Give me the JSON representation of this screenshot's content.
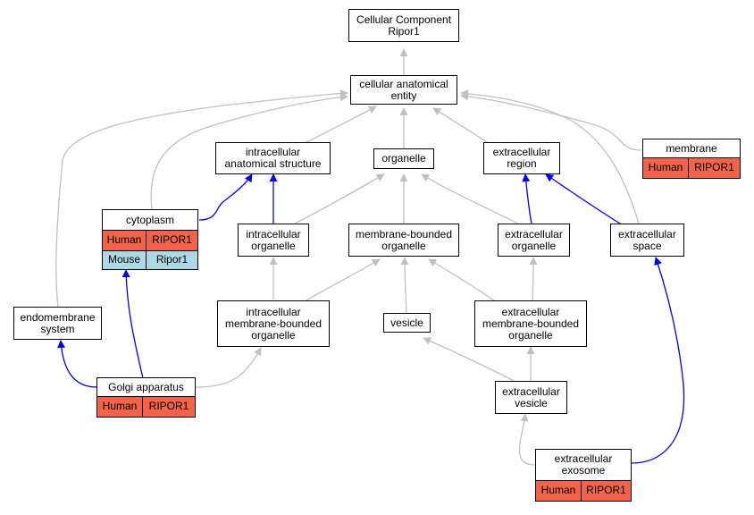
{
  "colors": {
    "human": "#f26449",
    "mouse": "#add8e6",
    "edge_gray": "#c0c0c0",
    "edge_blue": "#0000ee"
  },
  "nodes": {
    "cellular_component_root": "Cellular Component\nRipor1",
    "cellular_anatomical_entity": "cellular anatomical\nentity",
    "intracellular_anatomical_structure": "intracellular\nanatomical structure",
    "organelle": "organelle",
    "extracellular_region": "extracellular\nregion",
    "membrane": "membrane",
    "cytoplasm": "cytoplasm",
    "intracellular_organelle": "intracellular\norganelle",
    "membrane_bounded_organelle": "membrane-bounded\norganelle",
    "extracellular_organelle": "extracellular\norganelle",
    "extracellular_space": "extracellular\nspace",
    "endomembrane_system": "endomembrane\nsystem",
    "intracellular_membrane_bounded_organelle": "intracellular\nmembrane-bounded\norganelle",
    "vesicle": "vesicle",
    "extracellular_membrane_bounded_organelle": "extracellular\nmembrane-bounded\norganelle",
    "golgi_apparatus": "Golgi apparatus",
    "extracellular_vesicle": "extracellular\nvesicle",
    "extracellular_exosome": "extracellular\nexosome"
  },
  "annotations": {
    "membrane": [
      {
        "species": "Human",
        "gene": "RIPOR1"
      }
    ],
    "cytoplasm": [
      {
        "species": "Human",
        "gene": "RIPOR1"
      },
      {
        "species": "Mouse",
        "gene": "Ripor1"
      }
    ],
    "golgi_apparatus": [
      {
        "species": "Human",
        "gene": "RIPOR1"
      }
    ],
    "extracellular_exosome": [
      {
        "species": "Human",
        "gene": "RIPOR1"
      }
    ]
  }
}
